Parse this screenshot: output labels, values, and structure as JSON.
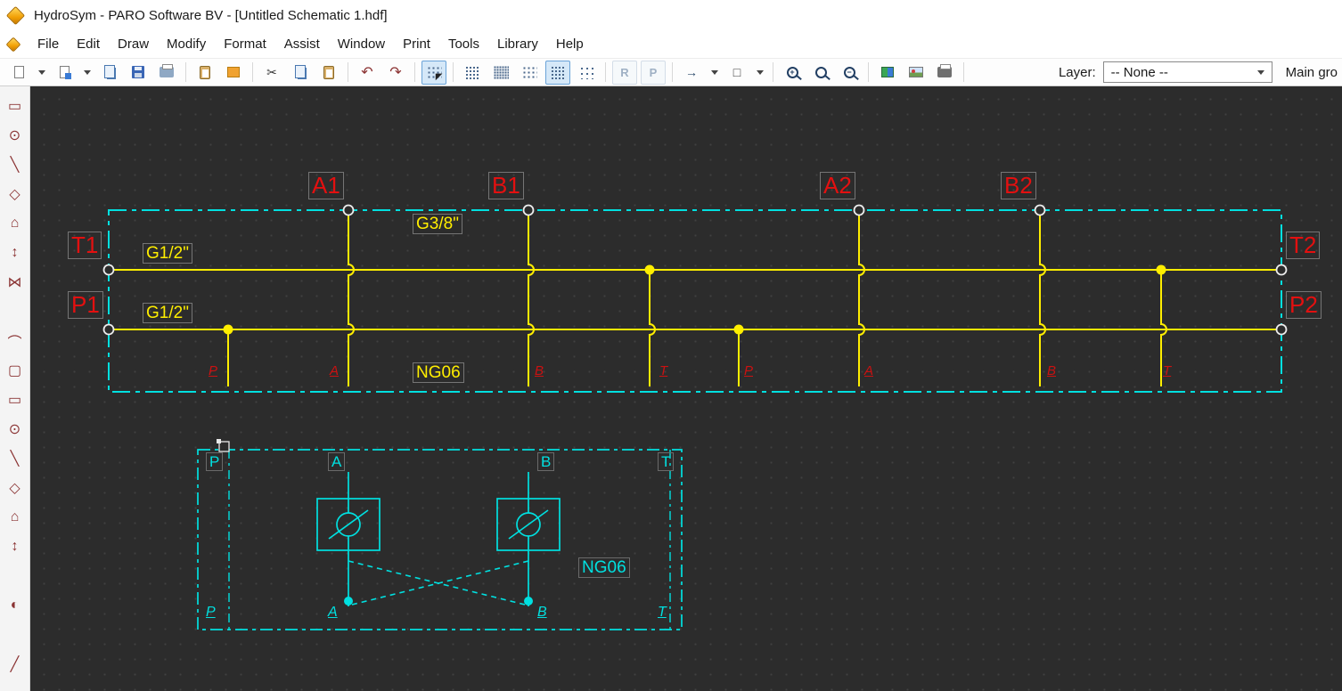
{
  "window": {
    "title": "HydroSym - PARO Software BV - [Untitled Schematic 1.hdf]"
  },
  "menu": {
    "items": [
      "File",
      "Edit",
      "Draw",
      "Modify",
      "Format",
      "Assist",
      "Window",
      "Print",
      "Tools",
      "Library",
      "Help"
    ]
  },
  "toolbar": {
    "r_label": "R",
    "p_label": "P",
    "layer_label": "Layer:",
    "layer_value": "-- None --",
    "main_group": "Main gro"
  },
  "icons": {
    "scissors": "✂",
    "undo": "↶",
    "redo": "↷",
    "arrow": "→",
    "rectangle": "□",
    "cursor": "◤",
    "plus": "+",
    "minus": "−"
  },
  "left_toolbar": {
    "glyphs": {
      "rect": "▭",
      "circle": "⊙",
      "line": "╲",
      "curve": "◇",
      "polygon": "⌂",
      "vline": "↕",
      "bowtie": "⋈",
      "arc": "⌒",
      "dashed_rect": "▢",
      "half": "◐",
      "diag": "╱"
    }
  },
  "schematic": {
    "manifold": {
      "port_a1": "A1",
      "port_b1": "B1",
      "port_a2": "A2",
      "port_b2": "B2",
      "port_t1": "T1",
      "port_p1": "P1",
      "port_t2": "T2",
      "port_p2": "P2",
      "thread_top": "G3/8\"",
      "thread_t": "G1/2\"",
      "thread_p": "G1/2\"",
      "ng": "NG06",
      "bottom_ports": [
        "P",
        "A",
        "B",
        "T",
        "P",
        "A",
        "B",
        "T"
      ]
    },
    "valve": {
      "top_ports": [
        "P",
        "A",
        "B",
        "T"
      ],
      "bottom_ports": [
        "P",
        "A",
        "B",
        "T"
      ],
      "ng": "NG06"
    }
  },
  "colors": {
    "canvas_bg": "#2c2c2c",
    "wire_yellow": "#ffee00",
    "outline_cyan": "#00e0e0",
    "label_red": "#e31010"
  }
}
